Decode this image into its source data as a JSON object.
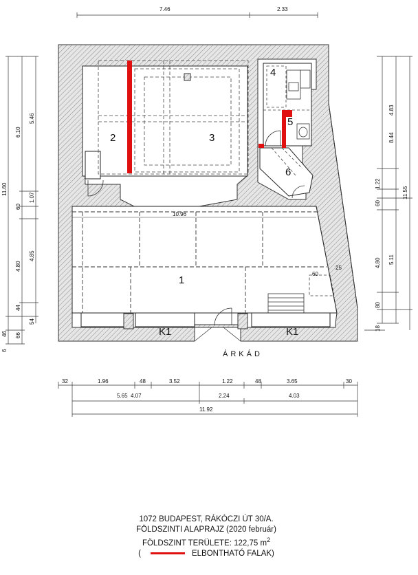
{
  "plan": {
    "rooms": [
      {
        "id": "r1",
        "label": "1"
      },
      {
        "id": "r2",
        "label": "2"
      },
      {
        "id": "r3",
        "label": "3"
      },
      {
        "id": "r4",
        "label": "4"
      },
      {
        "id": "r5",
        "label": "5"
      },
      {
        "id": "r6",
        "label": "6"
      }
    ],
    "k1_left": "K1",
    "k1_right": "K1",
    "arkad": "ÁRKÁD",
    "inner_dims": {
      "d1096": "10.96",
      "d60": "60",
      "d25": "25"
    },
    "top_dims": [
      "7.46",
      "2.33"
    ],
    "left_dims": [
      "11.60",
      "6.10",
      "5.46",
      "1.07",
      "60",
      "4.80",
      "4.85",
      "44",
      "54",
      "46",
      "66",
      "6"
    ],
    "right_dims": [
      "4.83",
      "8.44",
      "11.55",
      "1.22",
      "60",
      "4.80",
      "5.11",
      "80",
      "18"
    ],
    "bottom_row1": [
      "32",
      "1.96",
      "48",
      "3.52",
      "1.22",
      "48",
      "3.65",
      "30"
    ],
    "bottom_row2": [
      "5.65",
      "4.07",
      "2.24",
      "4.03"
    ],
    "bottom_row3": [
      "11.92"
    ]
  },
  "caption": {
    "line1": "1072 BUDAPEST, RÁKÓCZI ÚT 30/A.",
    "line2": "FÖLDSZINTI ALAPRAJZ (2020 február)",
    "line3": "FÖLDSZINT TERÜLETE: 122,75 m",
    "line3_sup": "2",
    "legend_open": "(",
    "legend_label": "ELBONTHATÓ FALAK)",
    "demolish_color": "#e01010"
  }
}
